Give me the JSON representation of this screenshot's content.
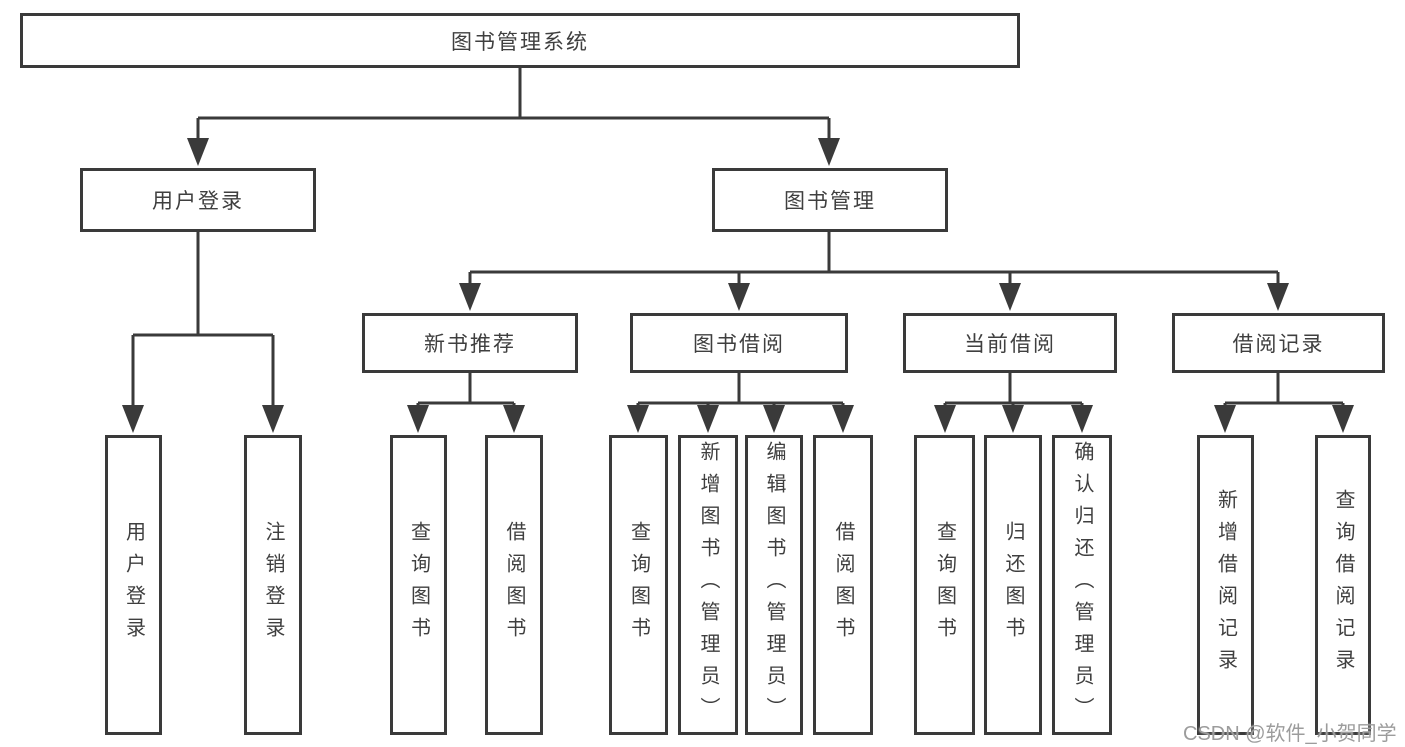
{
  "diagram": {
    "root": {
      "label": "图书管理系统"
    },
    "branches": [
      {
        "label": "用户登录",
        "children": [
          "用户登录",
          "注销登录"
        ]
      },
      {
        "label": "图书管理",
        "groups": [
          {
            "label": "新书推荐",
            "children": [
              "查询图书",
              "借阅图书"
            ]
          },
          {
            "label": "图书借阅",
            "children": [
              "查询图书",
              "新增图书（管理员）",
              "编辑图书（管理员）",
              "借阅图书"
            ]
          },
          {
            "label": "当前借阅",
            "children": [
              "查询图书",
              "归还图书",
              "确认归还（管理员）"
            ]
          },
          {
            "label": "借阅记录",
            "children": [
              "新增借阅记录",
              "查询借阅记录"
            ]
          }
        ]
      }
    ]
  },
  "watermark": {
    "text": "CSDN @软件_小贺同学"
  },
  "colors": {
    "line": "#3a3a3a",
    "text": "#3f3f3f",
    "background": "#ffffff",
    "watermark": "#9c9c9c"
  }
}
